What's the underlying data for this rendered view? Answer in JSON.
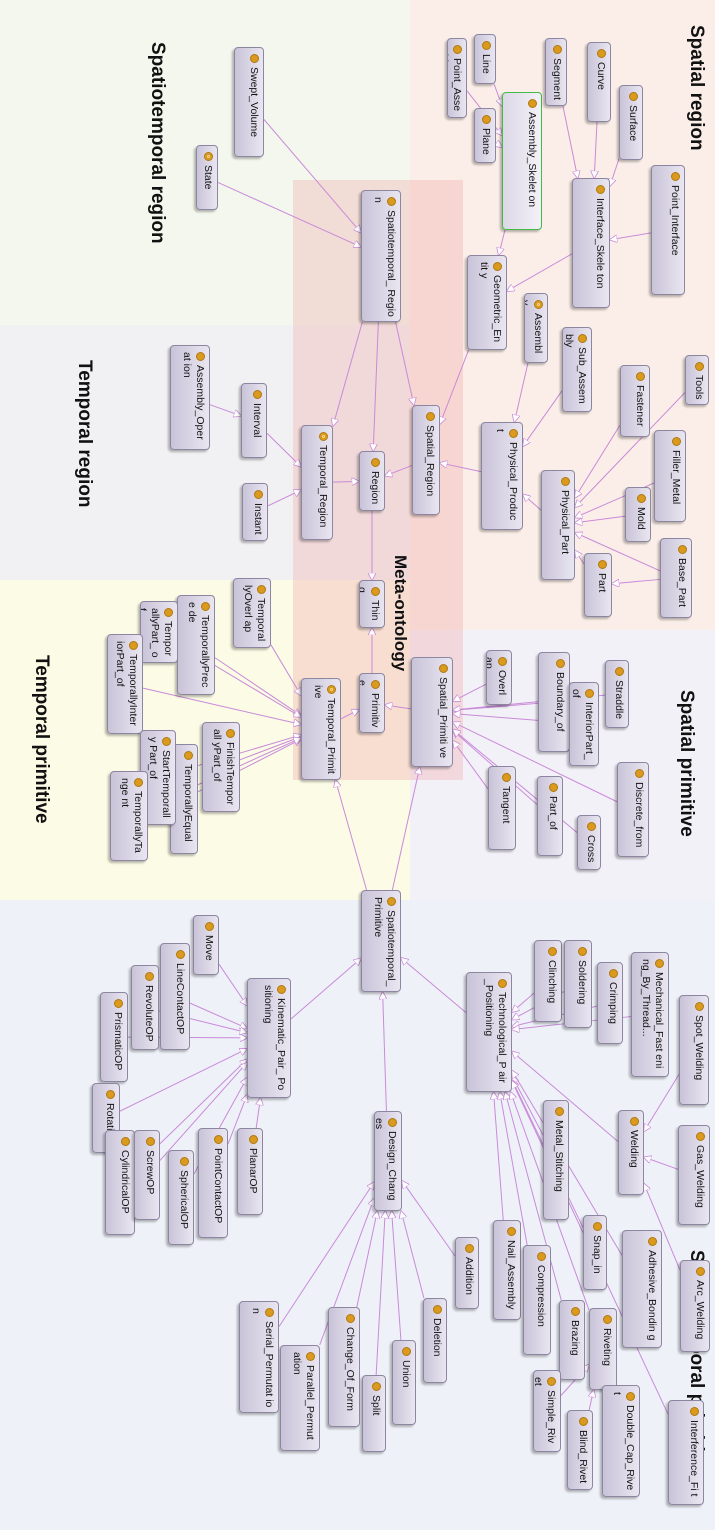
{
  "colors": {
    "spatial_region": "#fbeee8",
    "spatiotemporal_region": "#f3f7ee",
    "temporal_region": "#f1f1f3",
    "temporal_primitive": "#fbfbe6",
    "spatial_primitive": "#f3f1f8",
    "spatiotemporal_primitive": "#eef2f8",
    "meta_ontology": "#f3d3d3",
    "edge": "#c98ad9",
    "node_dot": "#d99a1e"
  },
  "region_labels": {
    "spatial_region": "Spatial region",
    "spatiotemporal_region": "Spatiotemporal region",
    "temporal_region": "Temporal region",
    "temporal_primitive": "Temporal primitive",
    "spatial_primitive": "Spatial primitive",
    "spatiotemporal_primitive": "Spatiotemporal primitive",
    "meta_ontology": "Meta-ontology"
  },
  "nodes": [
    {
      "id": "point_assembly",
      "label": "Point_Assembly",
      "icon": "class-icon"
    },
    {
      "id": "line",
      "label": "Line",
      "icon": "class-icon"
    },
    {
      "id": "plane",
      "label": "Plane",
      "icon": "class-icon"
    },
    {
      "id": "assembly_skeleton",
      "label": "Assembly_Skelet on",
      "icon": "class-icon"
    },
    {
      "id": "segment",
      "label": "Segment",
      "icon": "class-icon"
    },
    {
      "id": "curve",
      "label": "Curve",
      "icon": "class-icon"
    },
    {
      "id": "surface",
      "label": "Surface",
      "icon": "class-icon"
    },
    {
      "id": "interface_skeleton",
      "label": "Interface_Skele ton",
      "icon": "class-icon"
    },
    {
      "id": "point_interface",
      "label": "Point_Interface",
      "icon": "class-icon"
    },
    {
      "id": "geometric_entity",
      "label": "Geometric_Entit y",
      "icon": "class-icon"
    },
    {
      "id": "assembly",
      "label": "Assembly",
      "icon": "defined-class-icon"
    },
    {
      "id": "sub_assembly",
      "label": "Sub_Assembly",
      "icon": "class-icon"
    },
    {
      "id": "tools",
      "label": "Tools",
      "icon": "class-icon"
    },
    {
      "id": "fastener",
      "label": "Fastener",
      "icon": "class-icon"
    },
    {
      "id": "filler_metal",
      "label": "Filler_Metal",
      "icon": "class-icon"
    },
    {
      "id": "physical_product",
      "label": "Physical_Produc t",
      "icon": "class-icon"
    },
    {
      "id": "physical_part",
      "label": "Physical_Part",
      "icon": "class-icon"
    },
    {
      "id": "mold",
      "label": "Mold",
      "icon": "class-icon"
    },
    {
      "id": "base_part",
      "label": "Base_Part",
      "icon": "class-icon"
    },
    {
      "id": "part",
      "label": "Part",
      "icon": "class-icon"
    },
    {
      "id": "swept_volume",
      "label": "Swept_Volume",
      "icon": "class-icon"
    },
    {
      "id": "state",
      "label": "State",
      "icon": "defined-class-icon"
    },
    {
      "id": "spatiotemporal_region",
      "label": "Spatiotemporal_ Region",
      "icon": "class-icon"
    },
    {
      "id": "spatial_region",
      "label": "Spatial_Region",
      "icon": "class-icon"
    },
    {
      "id": "assembly_operation",
      "label": "Assembly_Operat ion",
      "icon": "class-icon"
    },
    {
      "id": "interval",
      "label": "Interval",
      "icon": "class-icon"
    },
    {
      "id": "instant",
      "label": "Instant",
      "icon": "class-icon"
    },
    {
      "id": "temporal_region",
      "label": "Temporal_Region",
      "icon": "defined-class-icon"
    },
    {
      "id": "region",
      "label": "Region",
      "icon": "class-icon"
    },
    {
      "id": "thing",
      "label": "Thing",
      "icon": "class-icon"
    },
    {
      "id": "primitive",
      "label": "Primitive",
      "icon": "class-icon"
    },
    {
      "id": "temporally_overlap",
      "label": "TemporallyOverl ap",
      "icon": "class-icon"
    },
    {
      "id": "temporally_precede",
      "label": "TemporallyPrece de",
      "icon": "class-icon"
    },
    {
      "id": "temporally_part_of",
      "label": "TemporallyPart_ of",
      "icon": "class-icon"
    },
    {
      "id": "temporally_interior_part_of",
      "label": "TemporallyInter iorPart_of",
      "icon": "class-icon"
    },
    {
      "id": "temporal_primitive",
      "label": "Temporal_Primit ive",
      "icon": "defined-class-icon"
    },
    {
      "id": "finish_temporally_part_of",
      "label": "FinishTemporall yPart_of",
      "icon": "class-icon"
    },
    {
      "id": "temporally_equal",
      "label": "TemporallyEqual",
      "icon": "class-icon"
    },
    {
      "id": "start_temporally_part_of",
      "label": "StartTemporally Part_of",
      "icon": "class-icon"
    },
    {
      "id": "temporally_tangent",
      "label": "TemporallyTange nt",
      "icon": "class-icon"
    },
    {
      "id": "overlap",
      "label": "Overlap",
      "icon": "class-icon"
    },
    {
      "id": "boundary_of",
      "label": "Boundary_of",
      "icon": "class-icon"
    },
    {
      "id": "straddle",
      "label": "Straddle",
      "icon": "class-icon"
    },
    {
      "id": "interior_part_of",
      "label": "InteriorPart_of",
      "icon": "class-icon"
    },
    {
      "id": "spatial_primitive",
      "label": "Spatial_Primiti ve",
      "icon": "class-icon"
    },
    {
      "id": "discrete_from",
      "label": "Discrete_from",
      "icon": "class-icon"
    },
    {
      "id": "tangent",
      "label": "Tangent",
      "icon": "class-icon"
    },
    {
      "id": "part_of",
      "label": "Part_of",
      "icon": "class-icon"
    },
    {
      "id": "cross",
      "label": "Cross",
      "icon": "class-icon"
    },
    {
      "id": "spatiotemporal_primitive",
      "label": "Spatiotemporal_ Primitive",
      "icon": "class-icon"
    },
    {
      "id": "move",
      "label": "Move",
      "icon": "class-icon"
    },
    {
      "id": "line_contact_op",
      "label": "LineContactOP",
      "icon": "class-icon"
    },
    {
      "id": "revolute_op",
      "label": "RevoluteOP",
      "icon": "class-icon"
    },
    {
      "id": "prismatic_op",
      "label": "PrismaticOP",
      "icon": "class-icon"
    },
    {
      "id": "kinematic_pair_positioning",
      "label": "Kinematic_Pair_ Positioning",
      "icon": "class-icon"
    },
    {
      "id": "rotation",
      "label": "Rotation",
      "icon": "class-icon"
    },
    {
      "id": "cylindrical_op",
      "label": "CylindricalOP",
      "icon": "class-icon"
    },
    {
      "id": "screw_op",
      "label": "ScrewOP",
      "icon": "class-icon"
    },
    {
      "id": "spherical_op",
      "label": "SphericalOP",
      "icon": "class-icon"
    },
    {
      "id": "point_contact_op",
      "label": "PointContactOP",
      "icon": "class-icon"
    },
    {
      "id": "planar_op",
      "label": "PlanarOP",
      "icon": "class-icon"
    },
    {
      "id": "clinching",
      "label": "Clinching",
      "icon": "class-icon"
    },
    {
      "id": "soldering",
      "label": "Soldering",
      "icon": "class-icon"
    },
    {
      "id": "crimping",
      "label": "Crimping",
      "icon": "class-icon"
    },
    {
      "id": "mechanical_fastening",
      "label": "Mechanical_Fast ening_By_Thread...",
      "icon": "class-icon"
    },
    {
      "id": "spot_welding",
      "label": "Spot_Welding",
      "icon": "class-icon"
    },
    {
      "id": "technological_pair_positioning",
      "label": "Technological_P air_Positioning",
      "icon": "class-icon"
    },
    {
      "id": "metal_stitching",
      "label": "Metal_Stitching",
      "icon": "class-icon"
    },
    {
      "id": "welding",
      "label": "Welding",
      "icon": "class-icon"
    },
    {
      "id": "gas_welding",
      "label": "Gas_Welding",
      "icon": "class-icon"
    },
    {
      "id": "arc_welding",
      "label": "Arc_Welding",
      "icon": "class-icon"
    },
    {
      "id": "nail_assembly",
      "label": "Nail_Assembly",
      "icon": "class-icon"
    },
    {
      "id": "compression",
      "label": "Compression",
      "icon": "class-icon"
    },
    {
      "id": "snap_in",
      "label": "Snap_in",
      "icon": "class-icon"
    },
    {
      "id": "brazing",
      "label": "Brazing",
      "icon": "class-icon"
    },
    {
      "id": "adhesive_bonding",
      "label": "Adhesive_Bondin g",
      "icon": "class-icon"
    },
    {
      "id": "riveting",
      "label": "Riveting",
      "icon": "class-icon"
    },
    {
      "id": "simple_rivet",
      "label": "Simple_Rivet",
      "icon": "class-icon"
    },
    {
      "id": "blind_rivet",
      "label": "Blind_Rivet",
      "icon": "class-icon"
    },
    {
      "id": "double_cap_rivet",
      "label": "Double_Cap_Rive t",
      "icon": "class-icon"
    },
    {
      "id": "interference_fit",
      "label": "Interference_Fi t",
      "icon": "class-icon"
    },
    {
      "id": "design_changes",
      "label": "Design_Changes",
      "icon": "class-icon"
    },
    {
      "id": "addition",
      "label": "Addition",
      "icon": "class-icon"
    },
    {
      "id": "deletion",
      "label": "Deletion",
      "icon": "class-icon"
    },
    {
      "id": "union",
      "label": "Union",
      "icon": "class-icon"
    },
    {
      "id": "split",
      "label": "Split",
      "icon": "class-icon"
    },
    {
      "id": "change_of_form",
      "label": "Change_Of_Form",
      "icon": "class-icon"
    },
    {
      "id": "parallel_permutation",
      "label": "Parallel_Permut ation",
      "icon": "class-icon"
    },
    {
      "id": "serial_permutation",
      "label": "Serial_Permutat ion",
      "icon": "class-icon"
    }
  ],
  "edges": [
    [
      "thing",
      "region"
    ],
    [
      "thing",
      "primitive"
    ],
    [
      "region",
      "spatial_region"
    ],
    [
      "region",
      "temporal_region"
    ],
    [
      "region",
      "spatiotemporal_region"
    ],
    [
      "spatial_region",
      "spatiotemporal_region"
    ],
    [
      "temporal_region",
      "spatiotemporal_region"
    ],
    [
      "spatial_region",
      "geometric_entity"
    ],
    [
      "spatial_region",
      "physical_product"
    ],
    [
      "geometric_entity",
      "assembly_skeleton"
    ],
    [
      "geometric_entity",
      "interface_skeleton"
    ],
    [
      "assembly_skeleton",
      "point_assembly"
    ],
    [
      "assembly_skeleton",
      "line"
    ],
    [
      "assembly_skeleton",
      "plane"
    ],
    [
      "interface_skeleton",
      "segment"
    ],
    [
      "interface_skeleton",
      "curve"
    ],
    [
      "interface_skeleton",
      "surface"
    ],
    [
      "interface_skeleton",
      "point_interface"
    ],
    [
      "physical_product",
      "assembly"
    ],
    [
      "physical_product",
      "sub_assembly"
    ],
    [
      "physical_product",
      "physical_part"
    ],
    [
      "physical_part",
      "tools"
    ],
    [
      "physical_part",
      "fastener"
    ],
    [
      "physical_part",
      "filler_metal"
    ],
    [
      "physical_part",
      "mold"
    ],
    [
      "physical_part",
      "part"
    ],
    [
      "physical_part",
      "base_part"
    ],
    [
      "part",
      "base_part"
    ],
    [
      "spatiotemporal_region",
      "swept_volume"
    ],
    [
      "spatiotemporal_region",
      "state"
    ],
    [
      "temporal_region",
      "interval"
    ],
    [
      "temporal_region",
      "instant"
    ],
    [
      "interval",
      "assembly_operation"
    ],
    [
      "primitive",
      "temporal_primitive"
    ],
    [
      "primitive",
      "spatial_primitive"
    ],
    [
      "temporal_primitive",
      "spatiotemporal_primitive"
    ],
    [
      "spatial_primitive",
      "spatiotemporal_primitive"
    ],
    [
      "temporal_primitive",
      "temporally_overlap"
    ],
    [
      "temporal_primitive",
      "temporally_precede"
    ],
    [
      "temporal_primitive",
      "temporally_part_of"
    ],
    [
      "temporal_primitive",
      "temporally_interior_part_of"
    ],
    [
      "temporal_primitive",
      "finish_temporally_part_of"
    ],
    [
      "temporal_primitive",
      "temporally_equal"
    ],
    [
      "temporal_primitive",
      "start_temporally_part_of"
    ],
    [
      "temporal_primitive",
      "temporally_tangent"
    ],
    [
      "spatial_primitive",
      "overlap"
    ],
    [
      "spatial_primitive",
      "boundary_of"
    ],
    [
      "spatial_primitive",
      "straddle"
    ],
    [
      "spatial_primitive",
      "interior_part_of"
    ],
    [
      "spatial_primitive",
      "discrete_from"
    ],
    [
      "spatial_primitive",
      "tangent"
    ],
    [
      "spatial_primitive",
      "part_of"
    ],
    [
      "spatial_primitive",
      "cross"
    ],
    [
      "spatiotemporal_primitive",
      "kinematic_pair_positioning"
    ],
    [
      "spatiotemporal_primitive",
      "technological_pair_positioning"
    ],
    [
      "spatiotemporal_primitive",
      "design_changes"
    ],
    [
      "kinematic_pair_positioning",
      "move"
    ],
    [
      "kinematic_pair_positioning",
      "line_contact_op"
    ],
    [
      "kinematic_pair_positioning",
      "revolute_op"
    ],
    [
      "kinematic_pair_positioning",
      "prismatic_op"
    ],
    [
      "kinematic_pair_positioning",
      "rotation"
    ],
    [
      "kinematic_pair_positioning",
      "cylindrical_op"
    ],
    [
      "kinematic_pair_positioning",
      "screw_op"
    ],
    [
      "kinematic_pair_positioning",
      "spherical_op"
    ],
    [
      "kinematic_pair_positioning",
      "point_contact_op"
    ],
    [
      "kinematic_pair_positioning",
      "planar_op"
    ],
    [
      "technological_pair_positioning",
      "clinching"
    ],
    [
      "technological_pair_positioning",
      "soldering"
    ],
    [
      "technological_pair_positioning",
      "crimping"
    ],
    [
      "technological_pair_positioning",
      "mechanical_fastening"
    ],
    [
      "technological_pair_positioning",
      "metal_stitching"
    ],
    [
      "technological_pair_positioning",
      "welding"
    ],
    [
      "technological_pair_positioning",
      "nail_assembly"
    ],
    [
      "technological_pair_positioning",
      "compression"
    ],
    [
      "technological_pair_positioning",
      "snap_in"
    ],
    [
      "technological_pair_positioning",
      "brazing"
    ],
    [
      "technological_pair_positioning",
      "adhesive_bonding"
    ],
    [
      "technological_pair_positioning",
      "riveting"
    ],
    [
      "technological_pair_positioning",
      "interference_fit"
    ],
    [
      "welding",
      "spot_welding"
    ],
    [
      "welding",
      "gas_welding"
    ],
    [
      "welding",
      "arc_welding"
    ],
    [
      "riveting",
      "simple_rivet"
    ],
    [
      "riveting",
      "blind_rivet"
    ],
    [
      "riveting",
      "double_cap_rivet"
    ],
    [
      "design_changes",
      "addition"
    ],
    [
      "design_changes",
      "deletion"
    ],
    [
      "design_changes",
      "union"
    ],
    [
      "design_changes",
      "split"
    ],
    [
      "design_changes",
      "change_of_form"
    ],
    [
      "design_changes",
      "parallel_permutation"
    ],
    [
      "design_changes",
      "serial_permutation"
    ]
  ]
}
